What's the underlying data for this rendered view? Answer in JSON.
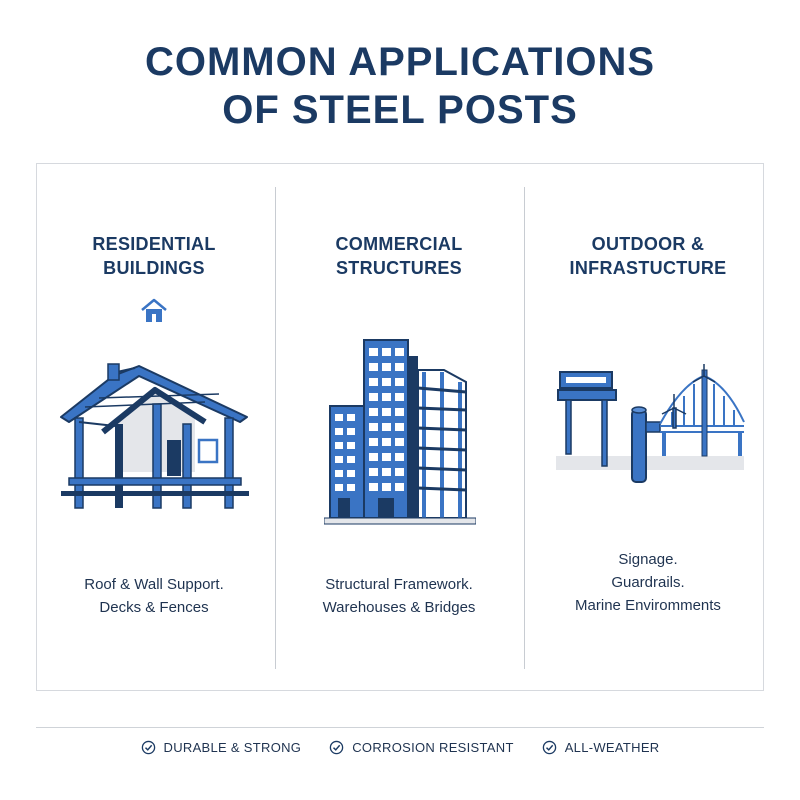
{
  "title": {
    "line1": "COMMON APPLICATIONS",
    "line2": "OF STEEL POSTS"
  },
  "colors": {
    "navy": "#1b3a63",
    "steel_blue": "#3a74c4",
    "light_gray": "#e4e6ea"
  },
  "columns": [
    {
      "title_line1": "RESIDENTIAL",
      "title_line2": "BUILDINGS",
      "icon": "house-icon",
      "desc_lines": [
        "Roof & Wall Support.",
        "Decks & Fences"
      ]
    },
    {
      "title_line1": "COMMERCIAL",
      "title_line2": "STRUCTURES",
      "icon": "office-building-icon",
      "desc_lines": [
        "Structural Framework.",
        "Warehouses & Bridges"
      ]
    },
    {
      "title_line1": "OUTDOOR &",
      "title_line2": "INFRASTUCTURE",
      "icon": "infrastructure-icon",
      "desc_lines": [
        "Signage.",
        "Guardrails.",
        "Marine Enviromments"
      ]
    }
  ],
  "features": [
    {
      "icon": "check-circle-icon",
      "label": "DURABLE & STRONG"
    },
    {
      "icon": "check-circle-icon",
      "label": "CORROSION RESISTANT"
    },
    {
      "icon": "check-circle-icon",
      "label": "ALL-WEATHER"
    }
  ]
}
